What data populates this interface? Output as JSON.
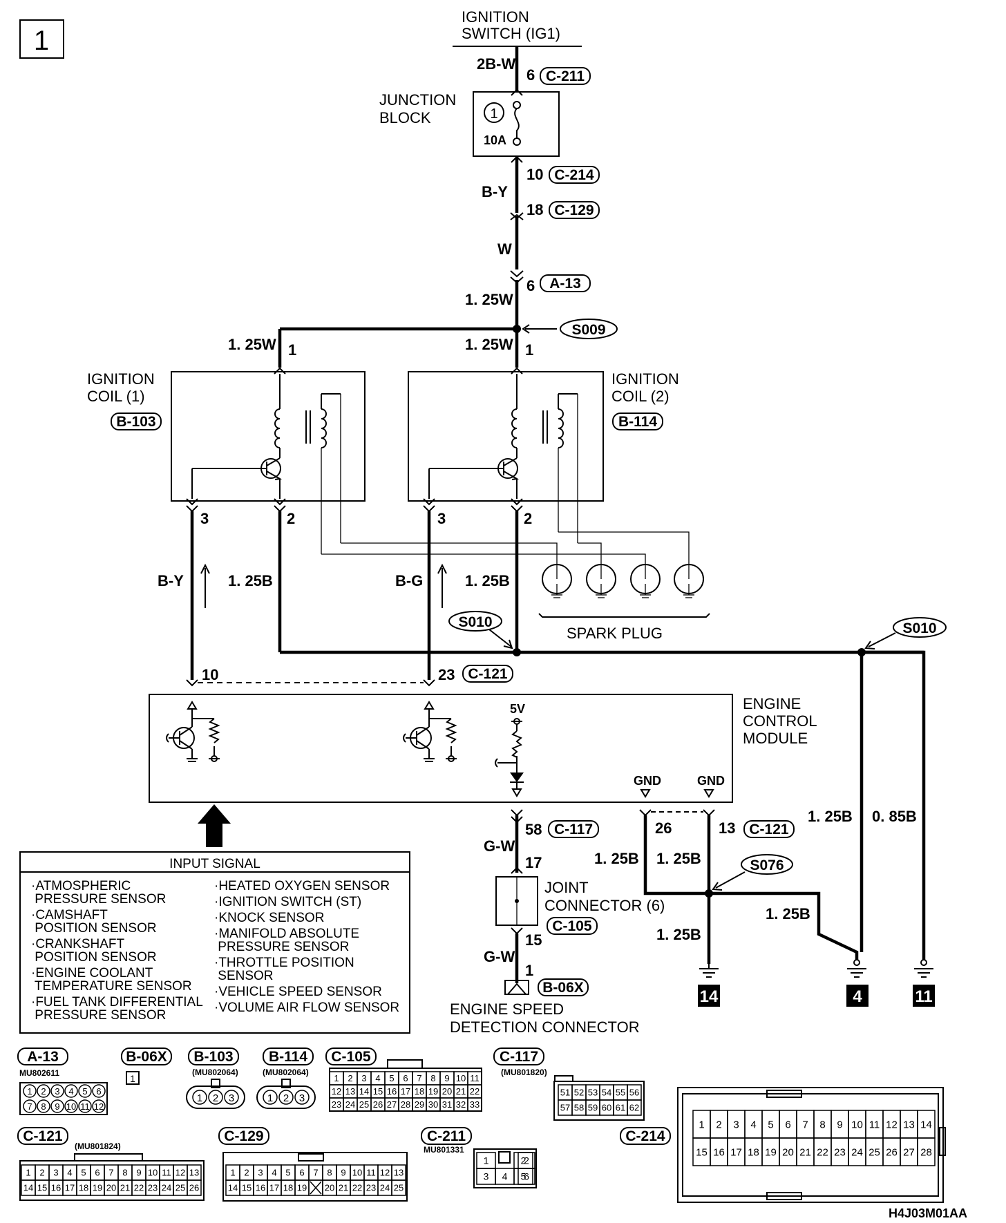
{
  "page_number": "1",
  "figure_code": "H4J03M01AA",
  "ignition_switch": "IGNITION\nSWITCH (IG1)",
  "junction_block": {
    "label": "JUNCTION\nBLOCK",
    "fuse_no": "1",
    "fuse_rating": "10A"
  },
  "connectors": {
    "c211": "C-211",
    "c214": "C-214",
    "c129": "C-129",
    "a13": "A-13",
    "b103": "B-103",
    "b114": "B-114",
    "c121": "C-121",
    "c117": "C-117",
    "c105": "C-105",
    "b06x": "B-06X"
  },
  "splices": {
    "s009": "S009",
    "s010": "S010",
    "s076": "S076"
  },
  "wires": {
    "w_2bw": "2B-W",
    "w_by": "B-Y",
    "w_w": "W",
    "w_125w": "1. 25W",
    "w_125b": "1. 25B",
    "w_bg": "B-G",
    "w_gw": "G-W",
    "w_085b": "0. 85B"
  },
  "pins": {
    "p6": "6",
    "p10": "10",
    "p18": "18",
    "p1": "1",
    "p2": "2",
    "p3": "3",
    "p23": "23",
    "p58": "58",
    "p26": "26",
    "p13": "13",
    "p17": "17",
    "p15": "15"
  },
  "coil1": "IGNITION\nCOIL (1)",
  "coil2": "IGNITION\nCOIL (2)",
  "spark_plug": "SPARK PLUG",
  "ecm": {
    "label": "ENGINE\nCONTROL\nMODULE",
    "v5": "5V",
    "gnd": "GND"
  },
  "joint_connector": "JOINT\nCONNECTOR (6)",
  "detection_connector": "ENGINE SPEED\nDETECTION CONNECTOR",
  "ground_refs": [
    "14",
    "4",
    "11"
  ],
  "input_signal": {
    "title": "INPUT SIGNAL",
    "left": [
      "·ATMOSPHERIC\n PRESSURE SENSOR",
      "·CAMSHAFT\n POSITION SENSOR",
      "·CRANKSHAFT\n POSITION SENSOR",
      "·ENGINE COOLANT\n TEMPERATURE SENSOR",
      "·FUEL TANK DIFFERENTIAL\n PRESSURE SENSOR"
    ],
    "right": [
      "·HEATED OXYGEN SENSOR",
      "·IGNITION SWITCH (ST)",
      "·KNOCK SENSOR",
      "·MANIFOLD ABSOLUTE\n PRESSURE SENSOR",
      "·THROTTLE POSITION\n SENSOR",
      "·VEHICLE SPEED SENSOR",
      "·VOLUME AIR FLOW SENSOR"
    ]
  },
  "connector_legend": {
    "a13": {
      "tag": "A-13",
      "part": "MU802611"
    },
    "b06x": {
      "tag": "B-06X",
      "pin": "1"
    },
    "b103": {
      "tag": "B-103",
      "part": "(MU802064)"
    },
    "b114": {
      "tag": "B-114",
      "part": "(MU802064)"
    },
    "c105": {
      "tag": "C-105"
    },
    "c117": {
      "tag": "C-117",
      "part": "(MU801820)"
    },
    "c121": {
      "tag": "C-121",
      "part": "(MU801824)"
    },
    "c129": {
      "tag": "C-129"
    },
    "c211": {
      "tag": "C-211",
      "part": "MU801331"
    },
    "c214": {
      "tag": "C-214"
    }
  }
}
